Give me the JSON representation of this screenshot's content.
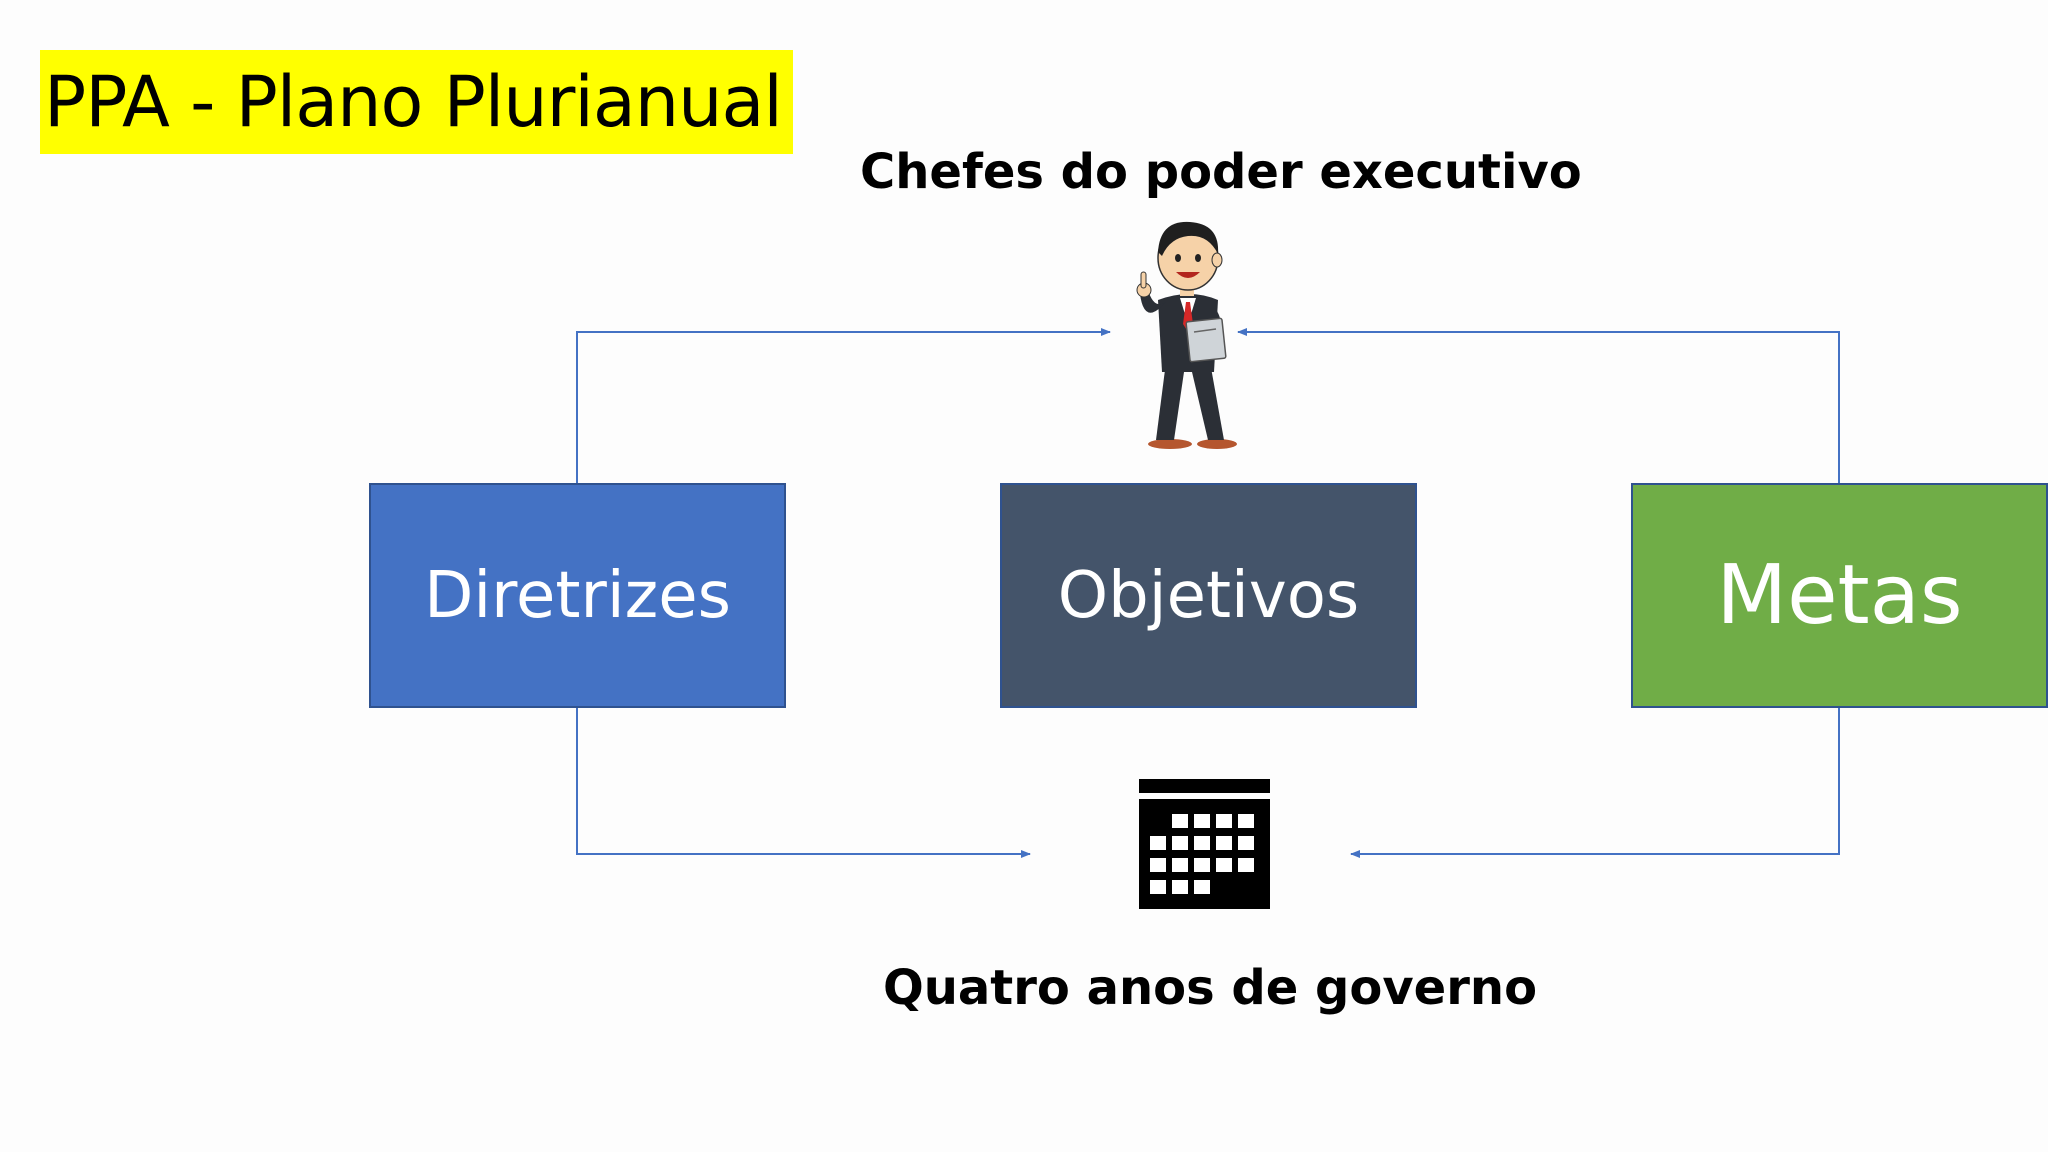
{
  "title": "PPA - Plano Plurianual",
  "top_caption": "Chefes do poder executivo",
  "bottom_caption": "Quatro anos de governo",
  "boxes": [
    {
      "label": "Diretrizes",
      "color": "#4472c4"
    },
    {
      "label": "Objetivos",
      "color": "#44546a"
    },
    {
      "label": "Metas",
      "color": "#70ad47"
    }
  ],
  "colors": {
    "title_highlight": "#ffff00",
    "connector": "#4472c4"
  },
  "icons": {
    "top": "businessman-icon",
    "bottom": "calendar-icon"
  }
}
